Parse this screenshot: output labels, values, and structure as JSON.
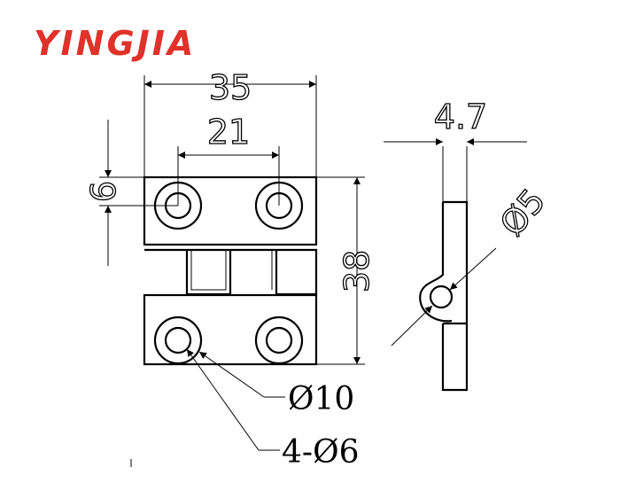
{
  "logo": {
    "text": "YINGJIA",
    "color": "#e0322a"
  },
  "dimensions": {
    "overall_width": "35",
    "hole_spacing": "21",
    "hole_offset": "6",
    "overall_height": "38",
    "thickness": "4.7",
    "pin_diameter": "Ø5",
    "counterbore_diameter": "Ø10",
    "holes": "4-Ø6"
  }
}
